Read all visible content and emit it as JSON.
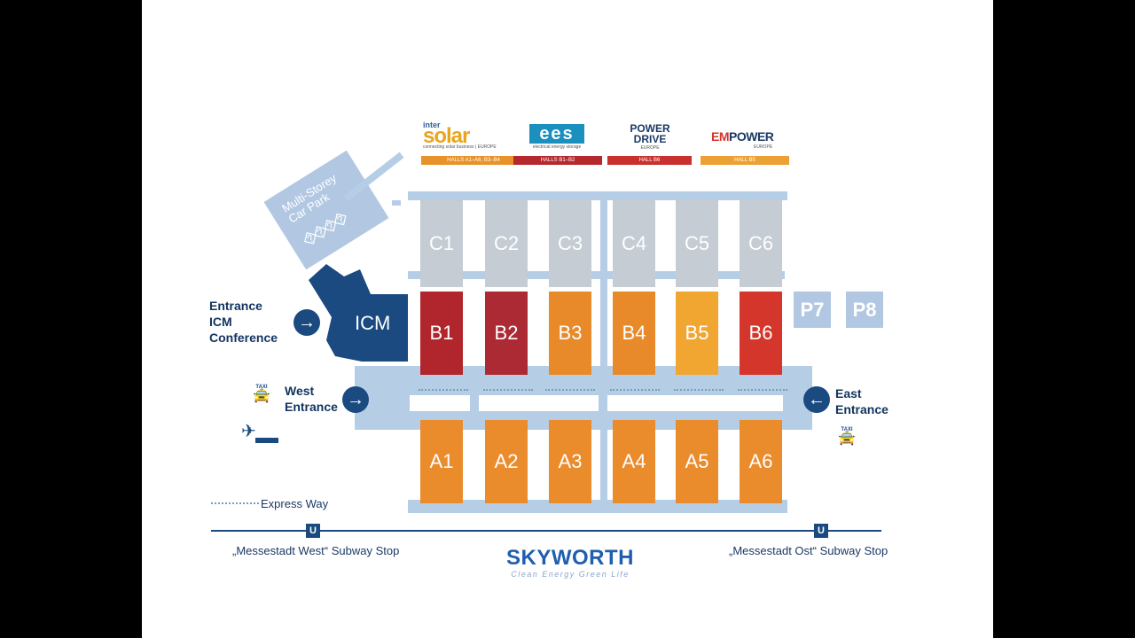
{
  "logos": [
    {
      "id": "intersolar",
      "text_top": "inter",
      "text_main": "solar",
      "text_sub": "connecting solar business | EUROPE",
      "bar": "HALLS A1–A6, B3–B4",
      "bar_color": "#e8922a"
    },
    {
      "id": "ees",
      "text_main": "ees",
      "text_sub": "electrical energy storage",
      "bar": "HALLS B1–B2",
      "bar_color": "#b5282e"
    },
    {
      "id": "powerdrive",
      "text_main": "POWER DRIVE",
      "text_sub": "EUROPE",
      "bar": "HALL B6",
      "bar_color": "#c8312d"
    },
    {
      "id": "empower",
      "text_main_a": "EM",
      "text_main_b": "POWER",
      "text_sub": "EUROPE",
      "bar": "HALL B5",
      "bar_color": "#eba134"
    }
  ],
  "car_park": {
    "label_line1": "Multi-Storey",
    "label_line2": "Car Park"
  },
  "icm": {
    "label": "ICM"
  },
  "halls_c": [
    "C1",
    "C2",
    "C3",
    "C4",
    "C5",
    "C6"
  ],
  "halls_b": [
    {
      "label": "B1",
      "color": "#b0262c"
    },
    {
      "label": "B2",
      "color": "#ac2a33"
    },
    {
      "label": "B3",
      "color": "#e98a2a"
    },
    {
      "label": "B4",
      "color": "#e98a2a"
    },
    {
      "label": "B5",
      "color": "#f0a631"
    },
    {
      "label": "B6",
      "color": "#d5362b"
    }
  ],
  "halls_a": [
    "A1",
    "A2",
    "A3",
    "A4",
    "A5",
    "A6"
  ],
  "hall_a_color": "#ea8c2c",
  "parking": [
    "P7",
    "P8"
  ],
  "entrances": {
    "icm_line1": "Entrance",
    "icm_line2": "ICM",
    "icm_line3": "Conference",
    "west_line1": "West",
    "west_line2": "Entrance",
    "east_line1": "East",
    "east_line2": "Entrance"
  },
  "taxi_label": "TAXI",
  "express_way": "Express Way",
  "subway": {
    "west": "„Messestadt West“ Subway Stop",
    "east": "„Messestadt Ost“ Subway Stop",
    "u_symbol": "U"
  },
  "brand": {
    "name": "SKYWORTH",
    "tagline": "Clean Energy Green Life",
    "color": "#1f5fae"
  },
  "colors": {
    "navy": "#1a4a80",
    "corridor": "#b6cde6",
    "hall_c": "#c5ccd4"
  }
}
